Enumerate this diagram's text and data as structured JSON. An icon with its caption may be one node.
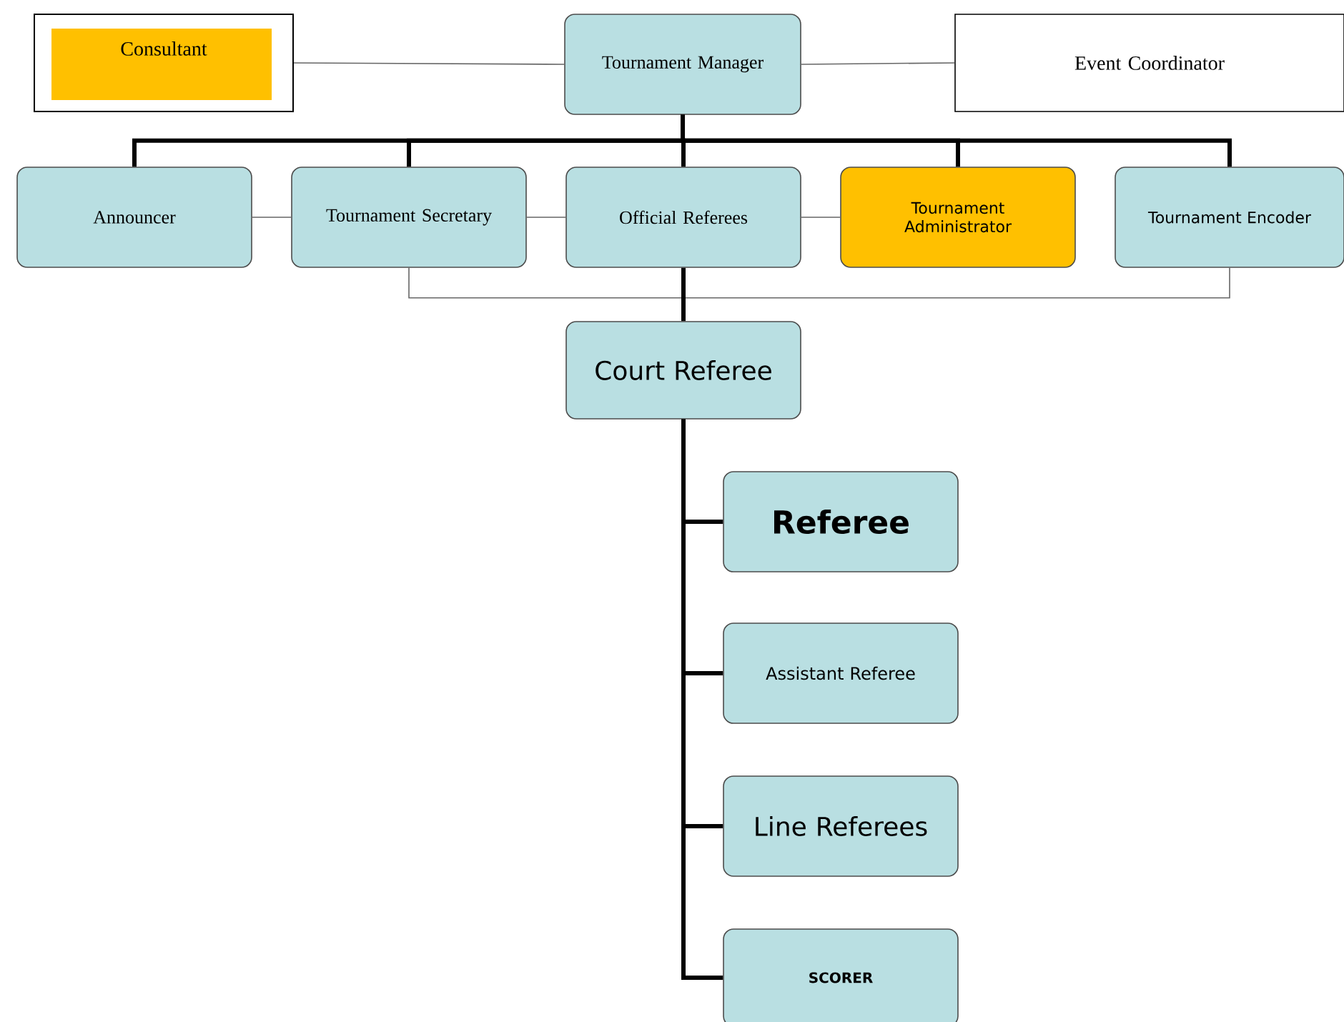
{
  "diagram": {
    "nodes": [
      {
        "text": [
          "Tournament Manager"
        ]
      },
      {
        "text": [
          "Consultant"
        ]
      },
      {
        "text": [
          "Event Coordinator"
        ]
      },
      {
        "text": [
          "Announcer"
        ]
      },
      {
        "text": [
          "Tournament Secretary"
        ]
      },
      {
        "text": [
          "Official Referees"
        ]
      },
      {
        "text": [
          "Tournament Administrator"
        ]
      },
      {
        "text": [
          "Tournament Encoder"
        ]
      },
      {
        "text": [
          "Court Referee"
        ]
      },
      {
        "text": [
          "Referee"
        ]
      },
      {
        "text": [
          "Assistant Referee"
        ]
      },
      {
        "text": [
          "Line Referees"
        ]
      },
      {
        "text": [
          "SCORER"
        ]
      }
    ],
    "edges": [
      {
        "from": 1,
        "to": 0,
        "arrow": "none",
        "color": "#666666"
      },
      {
        "from": 0,
        "to": 2,
        "arrow": "none",
        "color": "#666666"
      },
      {
        "from": 0,
        "to": 3,
        "arrow": "none"
      },
      {
        "from": 0,
        "to": 4,
        "arrow": "none"
      },
      {
        "from": 0,
        "to": 5,
        "arrow": "none"
      },
      {
        "from": 0,
        "to": 6,
        "arrow": "none"
      },
      {
        "from": 0,
        "to": 7,
        "arrow": "none"
      },
      {
        "from": 3,
        "to": 4,
        "arrow": "none",
        "color": "#666666"
      },
      {
        "from": 4,
        "to": 5,
        "arrow": "none",
        "color": "#666666"
      },
      {
        "from": 5,
        "to": 6,
        "arrow": "none",
        "color": "#666666"
      },
      {
        "from": 4,
        "to": 7,
        "arrow": "none",
        "color": "#666666"
      },
      {
        "from": 5,
        "to": 8,
        "arrow": "none"
      },
      {
        "from": 8,
        "to": 9,
        "arrow": "none"
      },
      {
        "from": 8,
        "to": 10,
        "arrow": "none"
      },
      {
        "from": 8,
        "to": 11,
        "arrow": "none"
      },
      {
        "from": 8,
        "to": 12,
        "arrow": "none"
      }
    ]
  }
}
